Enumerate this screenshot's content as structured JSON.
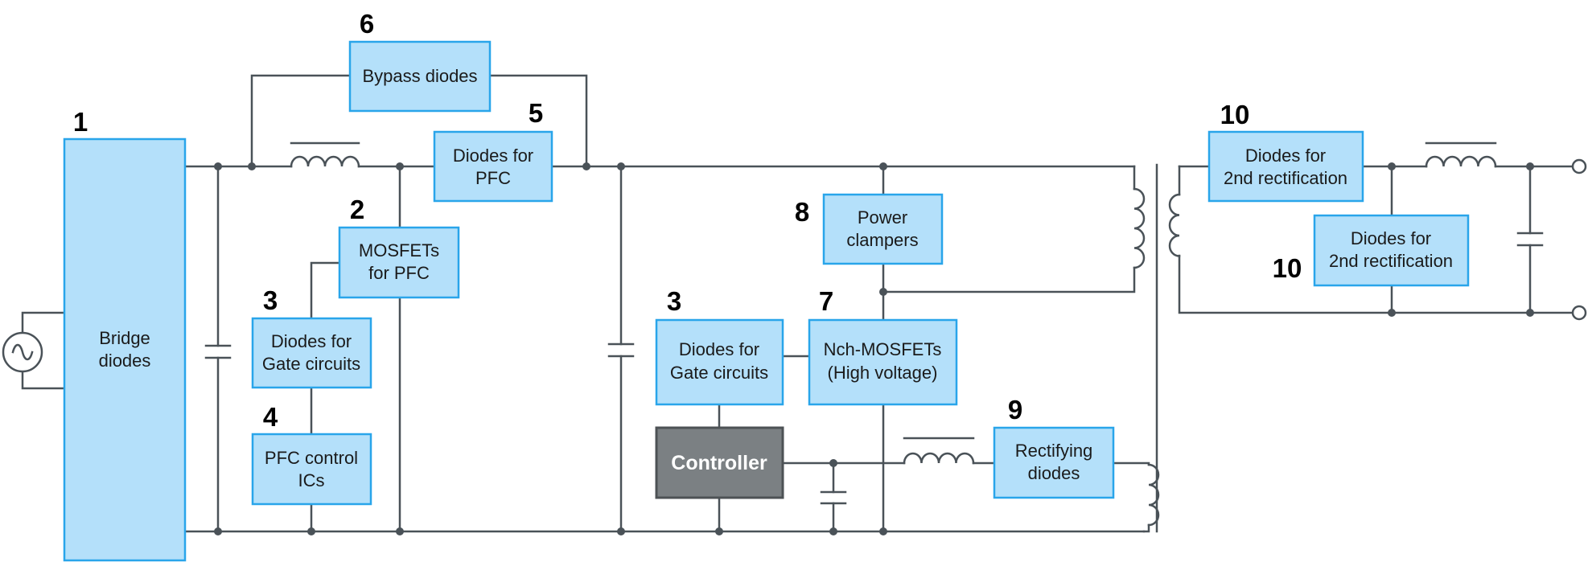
{
  "blocks": {
    "bridge": {
      "number": "1",
      "lines": [
        "Bridge",
        "diodes"
      ]
    },
    "mosfet_pfc": {
      "number": "2",
      "lines": [
        "MOSFETs",
        "for PFC"
      ]
    },
    "gate_left": {
      "number": "3",
      "lines": [
        "Diodes for",
        "Gate circuits"
      ]
    },
    "pfc_ic": {
      "number": "4",
      "lines": [
        "PFC control",
        "ICs"
      ]
    },
    "pfc_diode": {
      "number": "5",
      "lines": [
        "Diodes for",
        "PFC"
      ]
    },
    "bypass": {
      "number": "6",
      "lines": [
        "Bypass diodes"
      ]
    },
    "gate_mid": {
      "number": "3",
      "lines": [
        "Diodes for",
        "Gate circuits"
      ]
    },
    "nch": {
      "number": "7",
      "lines": [
        "Nch-MOSFETs",
        "(High voltage)"
      ]
    },
    "clamper": {
      "number": "8",
      "lines": [
        "Power",
        "clampers"
      ]
    },
    "rect": {
      "number": "9",
      "lines": [
        "Rectifying",
        "diodes"
      ]
    },
    "sec1": {
      "number": "10",
      "lines": [
        "Diodes for",
        "2nd rectification"
      ]
    },
    "sec2": {
      "number": "10",
      "lines": [
        "Diodes for",
        "2nd rectification"
      ]
    },
    "controller": {
      "lines": [
        "Controller"
      ]
    }
  },
  "icons": {
    "ac_source": "ac-source-icon",
    "inductor": "inductor-icon",
    "capacitor": "capacitor-icon",
    "transformer": "transformer-icon",
    "terminal": "output-terminal-icon"
  },
  "colors": {
    "box_fill": "#b4e0fa",
    "box_border": "#29a5ea",
    "controller_fill": "#7b8083",
    "wire": "#4a5258"
  }
}
